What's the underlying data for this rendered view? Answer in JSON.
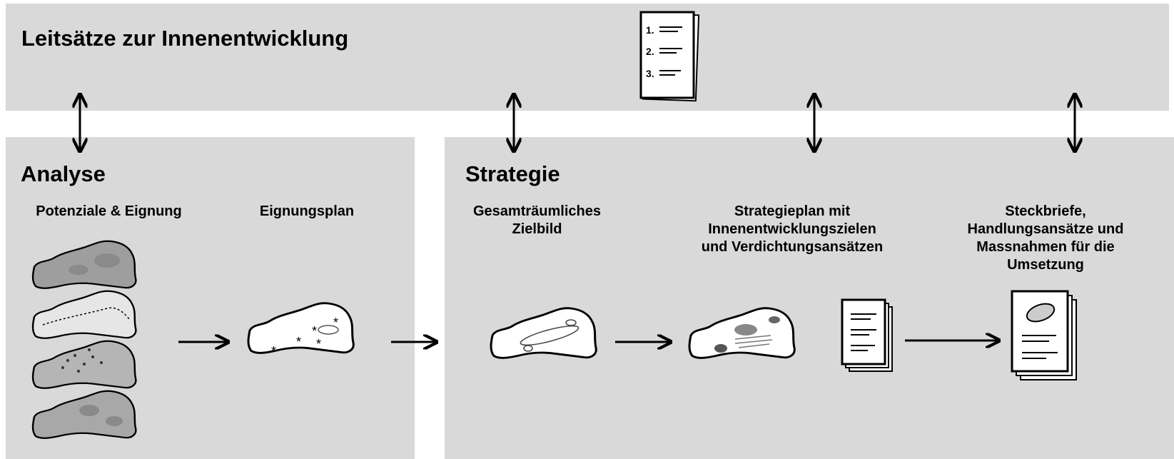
{
  "header": {
    "title": "Leitsätze zur Innenentwicklung"
  },
  "analyse": {
    "title": "Analyse",
    "steps": [
      "Potenziale & Eignung",
      "Eignungsplan"
    ]
  },
  "strategie": {
    "title": "Strategie",
    "steps": [
      "Gesamträumliches\nZielbild",
      "Strategieplan mit\nInnenentwicklungszielen\nund Verdichtungsansätzen",
      "Steckbriefe,\nHandlungsansätze und\nMassnahmen für die\nUmsetzung"
    ]
  },
  "document_icon": {
    "items": [
      "1.",
      "2.",
      "3."
    ]
  },
  "colors": {
    "panel": "#d9d9d9",
    "ink": "#000000",
    "map_fill": "#ffffff"
  }
}
